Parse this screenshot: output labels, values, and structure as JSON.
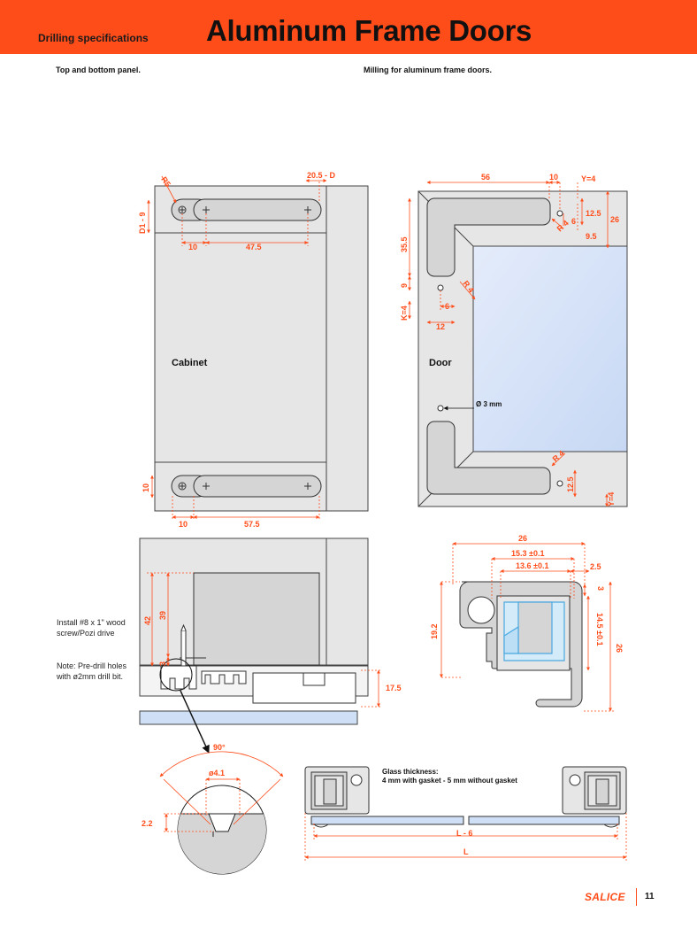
{
  "header": {
    "section": "Drilling specifications",
    "title": "Aluminum Frame Doors"
  },
  "captions": {
    "left": "Top and bottom panel.",
    "right": "Milling for aluminum frame doors."
  },
  "cabinet": {
    "label": "Cabinet",
    "dims": {
      "r5": "R5",
      "d1": "D1 - 9",
      "top_offset": "20.5 - D",
      "top_10": "10",
      "top_len": "47.5",
      "bot_10_v": "10",
      "bot_10": "10",
      "bot_len": "57.5"
    }
  },
  "door": {
    "label": "Door",
    "hole": "Ø 3 mm",
    "dims": {
      "w56": "56",
      "w10": "10",
      "y4": "Y=4",
      "h12_5": "12.5",
      "h26": "26",
      "d6": "6",
      "r4a": "R 4",
      "d9_5": "9.5",
      "h35_5": "35.5",
      "d9": "9",
      "d6b": "6",
      "r4b": "R 4",
      "k4": "K=4",
      "d12": "12",
      "r4c": "R 4",
      "d12_5b": "12.5",
      "y4b": "Y=4"
    }
  },
  "section_view": {
    "install": "Install #8 x 1\" wood screw/Pozi drive",
    "note": "Note: Pre-drill holes with ø2mm drill bit.",
    "dims": {
      "h42": "42",
      "h39": "39",
      "h3": "3",
      "h17_5": "17.5"
    }
  },
  "profile": {
    "dims": {
      "w26": "26",
      "w15_3": "15.3 ±0.1",
      "w13_6": "13.6 ±0.1",
      "w2_5": "2.5",
      "h3": "3",
      "h14_5": "14.5 ±0.1",
      "h19_2": "19.2",
      "h26": "26"
    }
  },
  "detail": {
    "angle": "90°",
    "dia": "ø4.1",
    "depth": "2.2"
  },
  "glass": {
    "title": "Glass thickness:",
    "spec": "4 mm with gasket - 5 mm without gasket",
    "dims": {
      "l6": "L - 6",
      "l": "L"
    }
  },
  "footer": {
    "brand": "SALICE",
    "page": "11"
  },
  "colors": {
    "accent": "#ff4d1a",
    "panel": "#e6e6e6",
    "slot": "#d5d5d5",
    "glass": "#cfdff5",
    "hinge_blue": "#4aa8e0"
  }
}
